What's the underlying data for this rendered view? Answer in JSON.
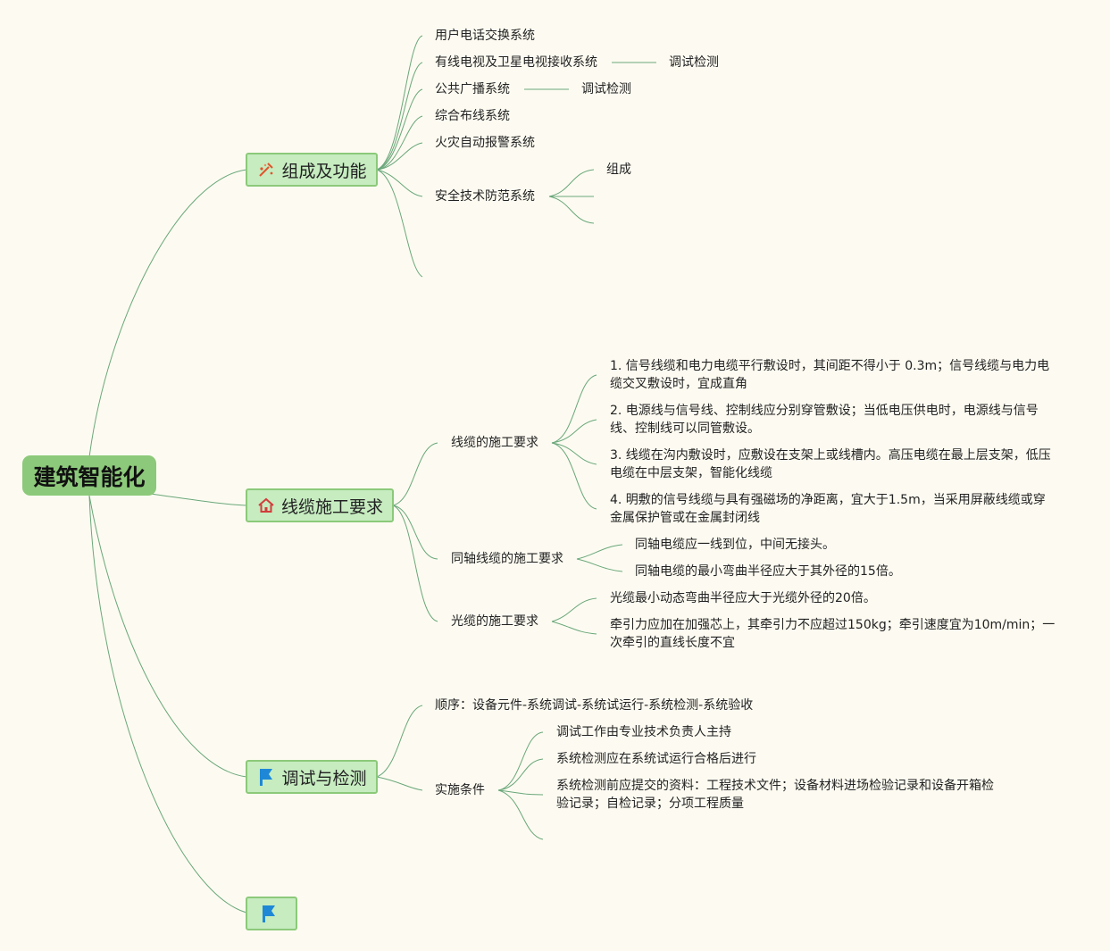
{
  "root": "建筑智能化",
  "branches": {
    "b1": {
      "label": "组成及功能",
      "icon": "tools-icon"
    },
    "b2": {
      "label": "线缆施工要求",
      "icon": "home-icon"
    },
    "b3": {
      "label": "调试与检测",
      "icon": "flag-icon"
    },
    "b4": {
      "label": "",
      "icon": "flag-icon"
    }
  },
  "composition": {
    "user_phone": "用户电话交换系统",
    "catv": "有线电视及卫星电视接收系统",
    "catv_child": "调试检测",
    "pa": "公共广播系统",
    "pa_child": "调试检测",
    "cabling": "综合布线系统",
    "fire": "火灾自动报警系统",
    "security": "安全技术防范系统",
    "security_child": "组成"
  },
  "cable": {
    "signal_title": "线缆的施工要求",
    "signal_items": [
      "1. 信号线缆和电力电缆平行敷设时，其间距不得小于 0.3m；信号线缆与电力电缆交叉敷设时，宜成直角",
      "2. 电源线与信号线、控制线应分别穿管敷设；当低电压供电时，电源线与信号线、控制线可以同管敷设。",
      "3. 线缆在沟内敷设时，应敷设在支架上或线槽内。高压电缆在最上层支架，低压电缆在中层支架，智能化线缆",
      "4. 明敷的信号线缆与具有强磁场的净距离，宜大于1.5m，当采用屏蔽线缆或穿金属保护管或在金属封闭线"
    ],
    "coax_title": "同轴线缆的施工要求",
    "coax_items": [
      "同轴电缆应一线到位，中间无接头。",
      "同轴电缆的最小弯曲半径应大于其外径的15倍。"
    ],
    "fiber_title": "光缆的施工要求",
    "fiber_items": [
      "光缆最小动态弯曲半径应大于光缆外径的20倍。",
      "牵引力应加在加强芯上，其牵引力不应超过150kg；牵引速度宜为10m/min；一次牵引的直线长度不宜"
    ]
  },
  "testing": {
    "order": "顺序：设备元件-系统调试-系统试运行-系统检测-系统验收",
    "impl_title": "实施条件",
    "impl_items": [
      "调试工作由专业技术负责人主持",
      "系统检测应在系统试运行合格后进行",
      "系统检测前应提交的资料：工程技术文件；设备材料进场检验记录和设备开箱检验记录；自检记录；分项工程质量"
    ]
  },
  "colors": {
    "background": "#fdfbf1",
    "root_fill": "#8cc97a",
    "branch_fill": "#c6ecc0",
    "line": "#6aa77a",
    "flag": "#1e88d6",
    "tool": "#e0552c",
    "home": "#d33c3c"
  }
}
